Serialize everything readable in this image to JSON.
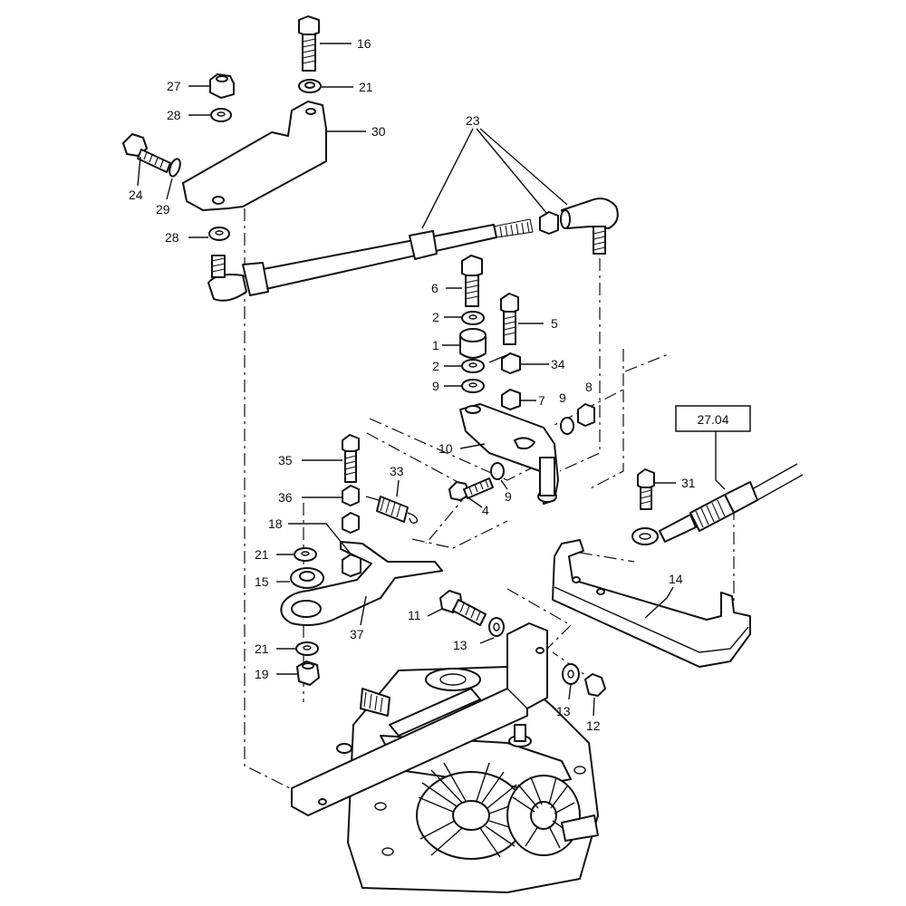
{
  "reference_box": {
    "label": "27.04"
  },
  "callouts": [
    {
      "id": "c16",
      "text": "16"
    },
    {
      "id": "c27",
      "text": "27"
    },
    {
      "id": "c21a",
      "text": "21"
    },
    {
      "id": "c28a",
      "text": "28"
    },
    {
      "id": "c30",
      "text": "30"
    },
    {
      "id": "c23",
      "text": "23"
    },
    {
      "id": "c24",
      "text": "24"
    },
    {
      "id": "c29",
      "text": "29"
    },
    {
      "id": "c28b",
      "text": "28"
    },
    {
      "id": "c6",
      "text": "6"
    },
    {
      "id": "c5",
      "text": "5"
    },
    {
      "id": "c2a",
      "text": "2"
    },
    {
      "id": "c1",
      "text": "1"
    },
    {
      "id": "c2b",
      "text": "2"
    },
    {
      "id": "c34",
      "text": "34"
    },
    {
      "id": "c9a",
      "text": "9"
    },
    {
      "id": "c7",
      "text": "7"
    },
    {
      "id": "c9b",
      "text": "9"
    },
    {
      "id": "c8",
      "text": "8"
    },
    {
      "id": "c10",
      "text": "10"
    },
    {
      "id": "c35",
      "text": "35"
    },
    {
      "id": "c33",
      "text": "33"
    },
    {
      "id": "c36",
      "text": "36"
    },
    {
      "id": "c4",
      "text": "4"
    },
    {
      "id": "c9c",
      "text": "9"
    },
    {
      "id": "c18",
      "text": "18"
    },
    {
      "id": "c21b",
      "text": "21"
    },
    {
      "id": "c15",
      "text": "15"
    },
    {
      "id": "c37",
      "text": "37"
    },
    {
      "id": "c11",
      "text": "11"
    },
    {
      "id": "c13a",
      "text": "13"
    },
    {
      "id": "c21c",
      "text": "21"
    },
    {
      "id": "c19",
      "text": "19"
    },
    {
      "id": "c31",
      "text": "31"
    },
    {
      "id": "c14",
      "text": "14"
    },
    {
      "id": "c13b",
      "text": "13"
    },
    {
      "id": "c12",
      "text": "12"
    }
  ]
}
